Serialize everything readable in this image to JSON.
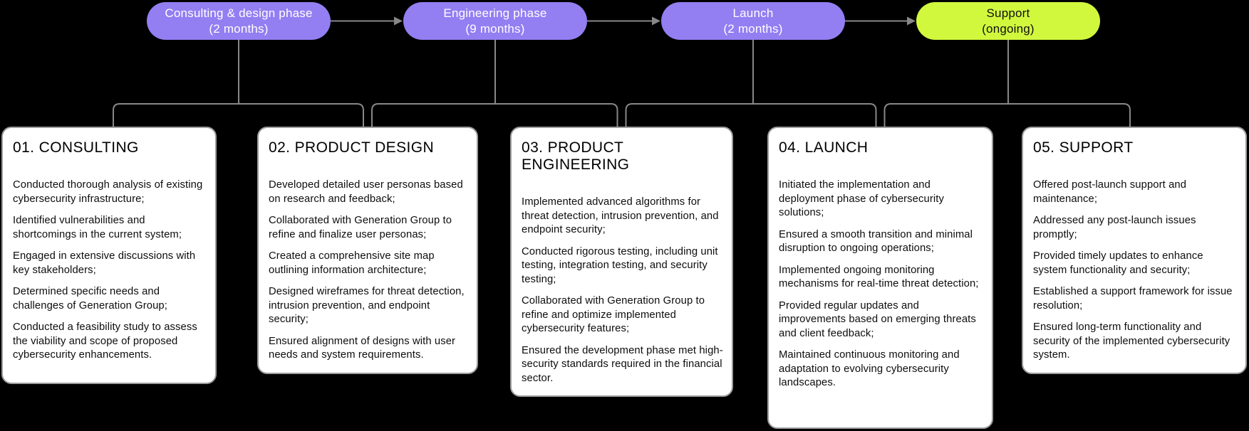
{
  "palette": {
    "background": "#000000",
    "phase_purple": "#937ef2",
    "phase_lime": "#d2f83e",
    "connector_gray": "#878787",
    "card_background": "#ffffff",
    "card_border": "#9c9c9c",
    "card_text": "#0d0d0d",
    "pill_text_light": "#ffffff",
    "pill_text_dark": "#101010"
  },
  "pills": [
    {
      "label": "Consulting & design phase",
      "sub": "(2 months)",
      "fill_key": "phase_purple",
      "text_key": "pill_text_light"
    },
    {
      "label": "Engineering phase",
      "sub": "(9 months)",
      "fill_key": "phase_purple",
      "text_key": "pill_text_light"
    },
    {
      "label": "Launch",
      "sub": "(2 months)",
      "fill_key": "phase_purple",
      "text_key": "pill_text_light"
    },
    {
      "label": "Support",
      "sub": "(ongoing)",
      "fill_key": "phase_lime",
      "text_key": "pill_text_dark"
    }
  ],
  "cards": [
    {
      "title": "01. CONSULTING",
      "items": [
        "Conducted thorough analysis of existing cybersecurity infrastructure;",
        "Identified vulnerabilities and shortcomings in the current system;",
        "Engaged in extensive discussions with key stakeholders;",
        "Determined specific needs and challenges of Generation Group;",
        "Conducted a feasibility study to assess the viability and scope of proposed cybersecurity enhancements."
      ]
    },
    {
      "title": "02. PRODUCT DESIGN",
      "items": [
        "Developed detailed user personas based on research and feedback;",
        "Collaborated with Generation Group to refine and finalize user personas;",
        "Created a comprehensive site map outlining information architecture;",
        "Designed wireframes for threat detection, intrusion prevention, and endpoint security;",
        "Ensured alignment of designs with user needs and system requirements."
      ]
    },
    {
      "title": "03. PRODUCT ENGINEERING",
      "items": [
        "Implemented advanced algorithms for threat detection, intrusion prevention, and endpoint security;",
        "Conducted rigorous testing, including unit testing, integration testing, and security testing;",
        "Collaborated with Generation Group to refine and optimize implemented cybersecurity features;",
        "Ensured the development phase met high-security standards required in the financial sector."
      ]
    },
    {
      "title": "04. LAUNCH",
      "items": [
        "Initiated the implementation and deployment phase of cybersecurity solutions;",
        "Ensured a smooth transition and minimal disruption to ongoing operations;",
        "Implemented ongoing monitoring mechanisms for real-time threat detection;",
        "Provided regular updates and improvements based on emerging threats and client feedback;",
        "Maintained continuous monitoring and adaptation to evolving cybersecurity landscapes."
      ]
    },
    {
      "title": "05. SUPPORT",
      "items": [
        "Offered post-launch support and maintenance;",
        "Addressed any post-launch issues promptly;",
        "Provided timely updates to enhance system functionality and security;",
        "Established a support framework for issue resolution;",
        "Ensured long-term functionality and security of the implemented cybersecurity system."
      ]
    }
  ]
}
